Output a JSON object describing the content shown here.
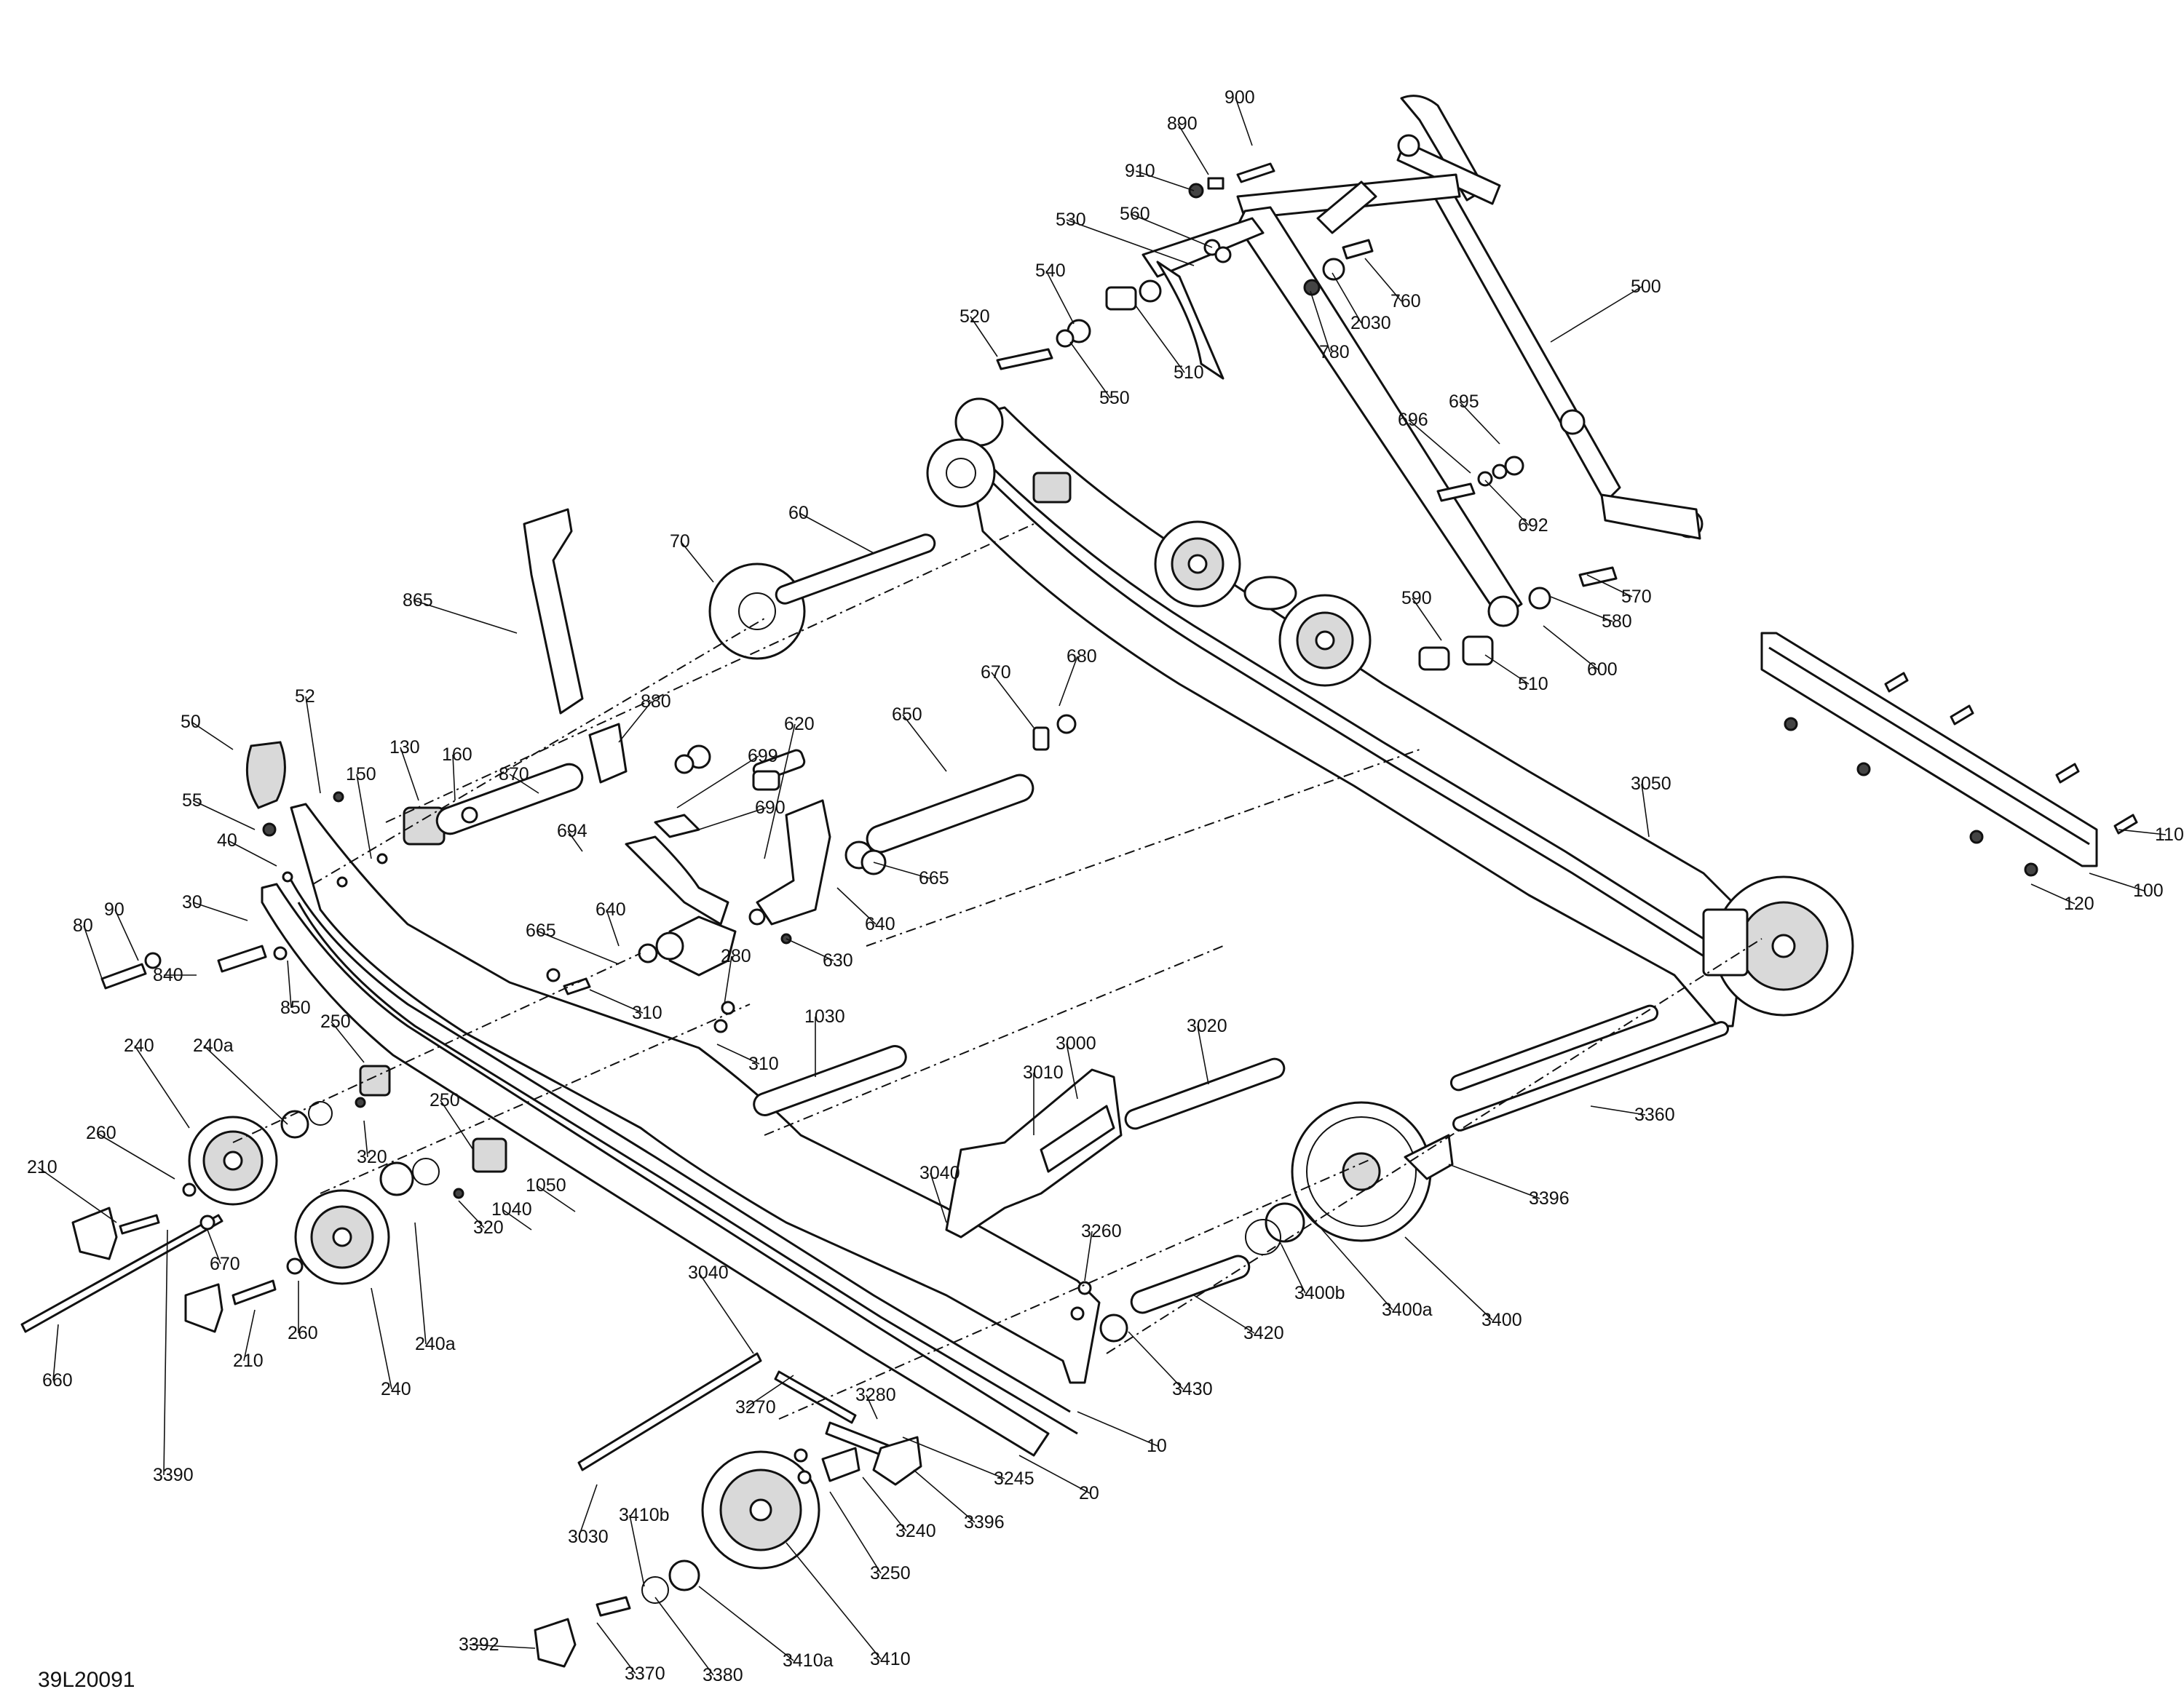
{
  "document_code": "39L20091",
  "callouts": [
    {
      "id": "900",
      "label": "900"
    },
    {
      "id": "890",
      "label": "890"
    },
    {
      "id": "910",
      "label": "910"
    },
    {
      "id": "560",
      "label": "560"
    },
    {
      "id": "530",
      "label": "530"
    },
    {
      "id": "540",
      "label": "540"
    },
    {
      "id": "520",
      "label": "520"
    },
    {
      "id": "550",
      "label": "550"
    },
    {
      "id": "510a",
      "label": "510"
    },
    {
      "id": "760",
      "label": "760"
    },
    {
      "id": "2030",
      "label": "2030"
    },
    {
      "id": "780",
      "label": "780"
    },
    {
      "id": "500",
      "label": "500"
    },
    {
      "id": "695",
      "label": "695"
    },
    {
      "id": "696",
      "label": "696"
    },
    {
      "id": "692",
      "label": "692"
    },
    {
      "id": "570",
      "label": "570"
    },
    {
      "id": "580",
      "label": "580"
    },
    {
      "id": "590",
      "label": "590"
    },
    {
      "id": "600",
      "label": "600"
    },
    {
      "id": "510b",
      "label": "510"
    },
    {
      "id": "60",
      "label": "60"
    },
    {
      "id": "70",
      "label": "70"
    },
    {
      "id": "865",
      "label": "865"
    },
    {
      "id": "52",
      "label": "52"
    },
    {
      "id": "50",
      "label": "50"
    },
    {
      "id": "880",
      "label": "880"
    },
    {
      "id": "620",
      "label": "620"
    },
    {
      "id": "650",
      "label": "650"
    },
    {
      "id": "670a",
      "label": "670"
    },
    {
      "id": "680",
      "label": "680"
    },
    {
      "id": "130",
      "label": "130"
    },
    {
      "id": "160",
      "label": "160"
    },
    {
      "id": "150",
      "label": "150"
    },
    {
      "id": "870",
      "label": "870"
    },
    {
      "id": "699",
      "label": "699"
    },
    {
      "id": "690",
      "label": "690"
    },
    {
      "id": "55",
      "label": "55"
    },
    {
      "id": "40",
      "label": "40"
    },
    {
      "id": "694",
      "label": "694"
    },
    {
      "id": "665a",
      "label": "665"
    },
    {
      "id": "30",
      "label": "30"
    },
    {
      "id": "640a",
      "label": "640"
    },
    {
      "id": "640b",
      "label": "640"
    },
    {
      "id": "630",
      "label": "630"
    },
    {
      "id": "90",
      "label": "90"
    },
    {
      "id": "80",
      "label": "80"
    },
    {
      "id": "665b",
      "label": "665"
    },
    {
      "id": "280",
      "label": "280"
    },
    {
      "id": "840",
      "label": "840"
    },
    {
      "id": "850",
      "label": "850"
    },
    {
      "id": "310a",
      "label": "310"
    },
    {
      "id": "310b",
      "label": "310"
    },
    {
      "id": "1030",
      "label": "1030"
    },
    {
      "id": "3050",
      "label": "3050"
    },
    {
      "id": "110",
      "label": "110"
    },
    {
      "id": "100",
      "label": "100"
    },
    {
      "id": "120",
      "label": "120"
    },
    {
      "id": "240a",
      "label": "240"
    },
    {
      "id": "240a_a",
      "label": "240a"
    },
    {
      "id": "250a",
      "label": "250"
    },
    {
      "id": "3000",
      "label": "3000"
    },
    {
      "id": "3020",
      "label": "3020"
    },
    {
      "id": "3010",
      "label": "3010"
    },
    {
      "id": "260a",
      "label": "260"
    },
    {
      "id": "320a",
      "label": "320"
    },
    {
      "id": "250b",
      "label": "250"
    },
    {
      "id": "3360",
      "label": "3360"
    },
    {
      "id": "210a",
      "label": "210"
    },
    {
      "id": "3040a",
      "label": "3040"
    },
    {
      "id": "1050",
      "label": "1050"
    },
    {
      "id": "1040",
      "label": "1040"
    },
    {
      "id": "320b",
      "label": "320"
    },
    {
      "id": "3396a",
      "label": "3396"
    },
    {
      "id": "670b",
      "label": "670"
    },
    {
      "id": "3260",
      "label": "3260"
    },
    {
      "id": "660",
      "label": "660"
    },
    {
      "id": "210b",
      "label": "210"
    },
    {
      "id": "260b",
      "label": "260"
    },
    {
      "id": "240a_b",
      "label": "240a"
    },
    {
      "id": "240b",
      "label": "240"
    },
    {
      "id": "3040b",
      "label": "3040"
    },
    {
      "id": "3400b",
      "label": "3400b"
    },
    {
      "id": "3400a",
      "label": "3400a"
    },
    {
      "id": "3400",
      "label": "3400"
    },
    {
      "id": "3420",
      "label": "3420"
    },
    {
      "id": "3430",
      "label": "3430"
    },
    {
      "id": "3390",
      "label": "3390"
    },
    {
      "id": "3270",
      "label": "3270"
    },
    {
      "id": "3280",
      "label": "3280"
    },
    {
      "id": "10",
      "label": "10"
    },
    {
      "id": "3245",
      "label": "3245"
    },
    {
      "id": "20",
      "label": "20"
    },
    {
      "id": "3396b",
      "label": "3396"
    },
    {
      "id": "3240",
      "label": "3240"
    },
    {
      "id": "3030",
      "label": "3030"
    },
    {
      "id": "3410b",
      "label": "3410b"
    },
    {
      "id": "3250",
      "label": "3250"
    },
    {
      "id": "3392",
      "label": "3392"
    },
    {
      "id": "3370",
      "label": "3370"
    },
    {
      "id": "3380",
      "label": "3380"
    },
    {
      "id": "3410a",
      "label": "3410a"
    },
    {
      "id": "3410",
      "label": "3410"
    }
  ]
}
